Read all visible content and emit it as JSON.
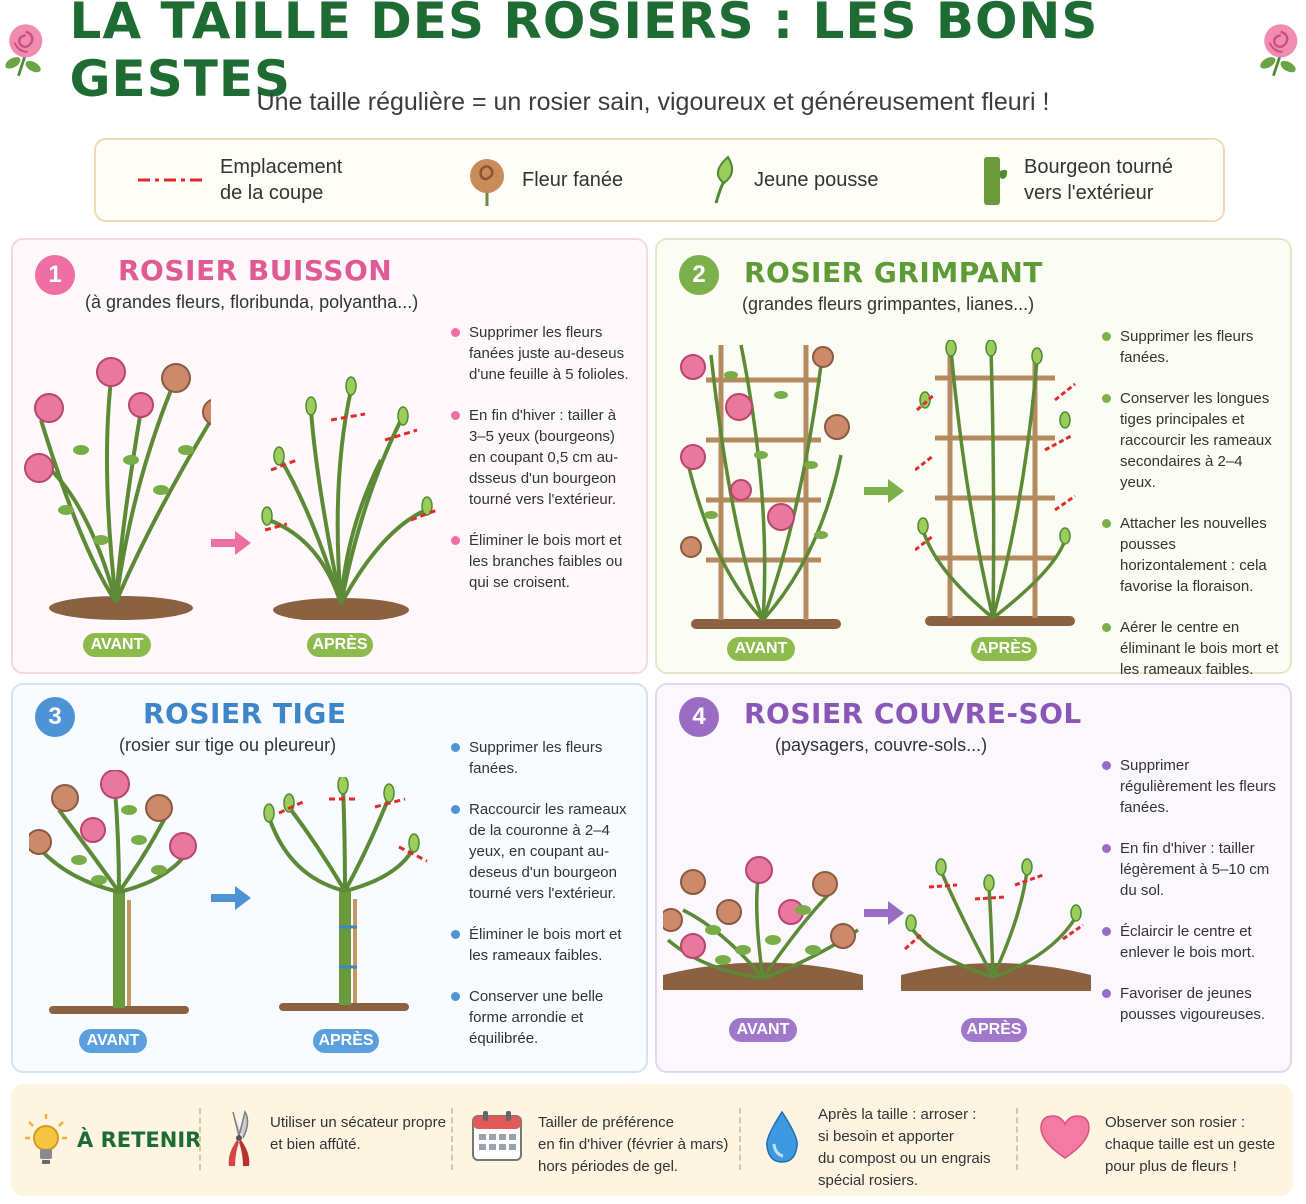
{
  "header": {
    "title": "LA TAILLE DES ROSIERS : LES BONS GESTES",
    "subtitle": "Une taille régulière = un rosier sain, vigoureux et généreusement fleuri !"
  },
  "legend": {
    "cut": "Emplacement\nde la coupe",
    "faded": "Fleur fanée",
    "shoot": "Jeune pousse",
    "bud": "Bourgeon tourné\nvers l'extérieur"
  },
  "labels": {
    "before": "AVANT",
    "after": "APRÈS"
  },
  "colors": {
    "pink": "#ef6ea4",
    "green": "#7bb04a",
    "blue": "#4d93d6",
    "purple": "#9a6cc4",
    "title_green": "#1f6b34"
  },
  "cards": [
    {
      "number": "1",
      "title": "ROSIER BUISSON",
      "subtitle": "(à grandes fleurs, floribunda, polyantha...)",
      "bullets": [
        "Supprimer les fleurs fanées juste au-deseus d'une feuille à 5 folioles.",
        "En fin d'hiver : tailler à 3–5 yeux (bourgeons) en coupant 0,5 cm au-dsseus d'un bourgeon tourné vers l'extérieur.",
        "Éliminer le bois mort et les branches faibles ou qui se croisent."
      ]
    },
    {
      "number": "2",
      "title": "ROSIER GRIMPANT",
      "subtitle": "(grandes fleurs grimpantes, lianes...)",
      "bullets": [
        "Supprimer les fleurs fanées.",
        "Conserver les longues tiges principales et raccourcir les rameaux secondaires à 2–4 yeux.",
        "Attacher les nouvelles pousses horizontalement : cela favorise la floraison.",
        "Aérer le centre en éliminant le bois mort et les rameaux faibles."
      ]
    },
    {
      "number": "3",
      "title": "ROSIER TIGE",
      "subtitle": "(rosier sur tige ou pleureur)",
      "bullets": [
        "Supprimer les fleurs fanées.",
        "Raccourcir les rameaux de la couronne à 2–4 yeux, en coupant au-deseus d'un bourgeon tourné vers l'extérieur.",
        "Éliminer le bois mort et les rameaux faibles.",
        "Conserver une belle forme arrondie et équilibrée."
      ]
    },
    {
      "number": "4",
      "title": "ROSIER COUVRE-SOL",
      "subtitle": "(paysagers, couvre-sols...)",
      "bullets": [
        "Supprimer régulièrement les fleurs fanées.",
        "En fin d'hiver : tailler légèrement à 5–10 cm du sol.",
        "Éclaircir le centre et enlever le bois mort.",
        "Favoriser de jeunes pousses vigoureuses."
      ]
    }
  ],
  "remember": {
    "title": "À RETENIR",
    "tips": [
      "Utiliser un sécateur propre\net bien affûté.",
      "Tailler de préférence\nen fin d'hiver (février à mars)\nhors périodes de gel.",
      "Après la taille : arroser :\nsi besoin et apporter\ndu compost ou un engrais\nspécial rosiers.",
      "Observer son rosier :\nchaque taille est un geste\npour plus de fleurs !"
    ]
  }
}
